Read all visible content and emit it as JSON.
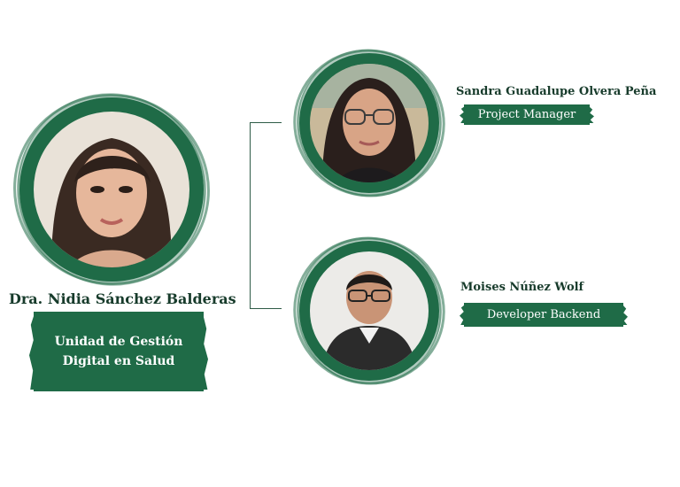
{
  "lead": {
    "name": "Dra. Nidia Sánchez Balderas",
    "unit_line1": "Unidad de Gestión",
    "unit_line2": "Digital en Salud"
  },
  "members": [
    {
      "name": "Sandra Guadalupe Olvera Peña",
      "role": "Project Manager"
    },
    {
      "name": "Moises Núñez Wolf",
      "role": "Developer Backend"
    }
  ],
  "colors": {
    "brand_green": "#1f6b47",
    "name_text": "#173b2b",
    "background": "#ffffff"
  }
}
